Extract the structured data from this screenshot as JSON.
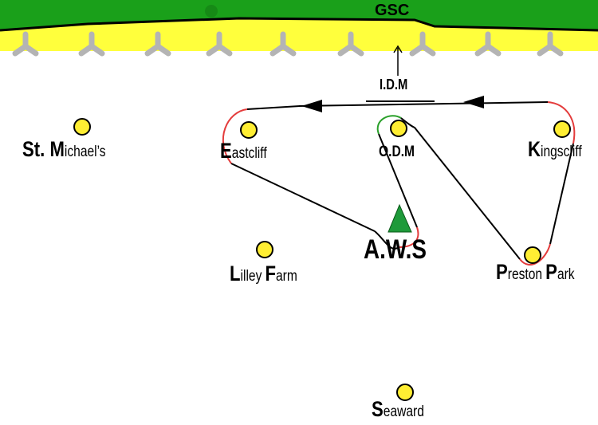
{
  "header": {
    "label": "GSC"
  },
  "colors": {
    "grass": "#1aa01a",
    "sand": "#ffff3c",
    "groyne": "#b4b4b4",
    "node": "#ffee33",
    "aws_marker": "#1e9a3a",
    "route_red": "#e43c3c",
    "route_green": "#2aa02a",
    "route_black": "#000000"
  },
  "places": [
    {
      "id": "st-michaels",
      "initial": "M",
      "prefix": "St. ",
      "rest": "ichael’s"
    },
    {
      "id": "eastcliff",
      "initial": "E",
      "prefix": "",
      "rest": "astcliff"
    },
    {
      "id": "odm",
      "initial": "",
      "prefix": "",
      "rest": "O.D.M"
    },
    {
      "id": "kingscliff",
      "initial": "K",
      "prefix": "",
      "rest": "ingscliff"
    },
    {
      "id": "aws",
      "initial": "",
      "prefix": "",
      "rest": "A.W.S"
    },
    {
      "id": "lilley-farm",
      "initial": "L",
      "prefix": "",
      "rest": "illey",
      "initial2": "F",
      "rest2": "arm"
    },
    {
      "id": "preston-park",
      "initial": "P",
      "prefix": "",
      "rest": "reston",
      "initial2": "P",
      "rest2": "ark"
    },
    {
      "id": "seaward",
      "initial": "S",
      "prefix": "",
      "rest": "eaward"
    }
  ],
  "idm": {
    "label": "I.D.M"
  }
}
